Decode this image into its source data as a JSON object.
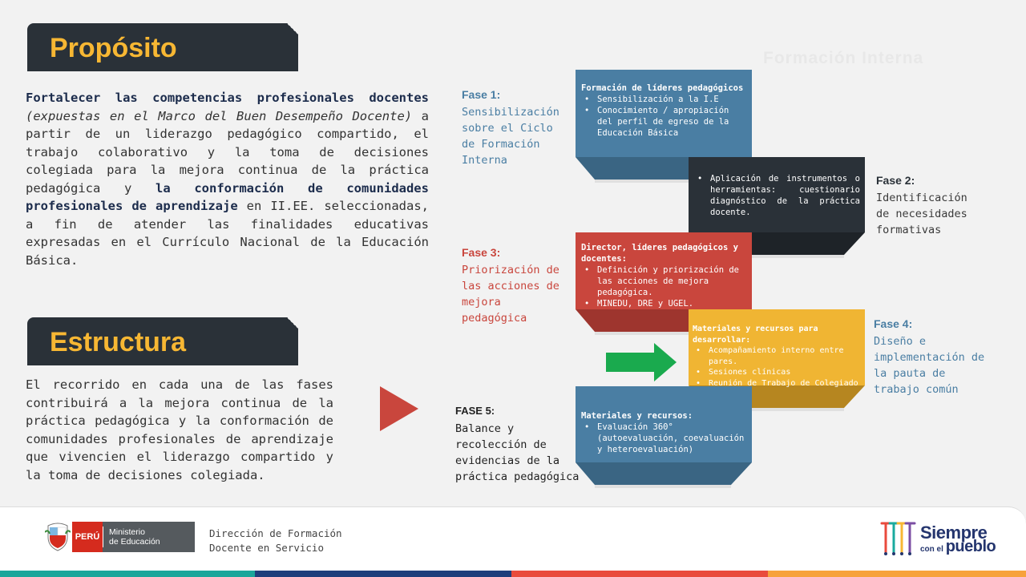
{
  "proposito": {
    "title": "Propósito",
    "t1": "Fortalecer las competencias profesionales docentes",
    "t2": " (expuestas en el Marco del Buen Desempeño Docente)",
    "t3": " a partir de un liderazgo pedagógico compartido, el trabajo colaborativo y la toma de decisiones colegiada para la mejora continua de la práctica pedagógica y ",
    "t4": "la conformación de comunidades profesionales de aprendizaje",
    "t5": " en II.EE. seleccionadas, a fin de atender las finalidades educativas expresadas en el Currículo Nacional de la Educación Básica."
  },
  "estructura": {
    "title": "Estructura",
    "text": "El recorrido en cada una de las fases contribuirá a la mejora continua de la práctica pedagógica y la conformación de comunidades profesionales de aprendizaje que vivencien el liderazgo compartido y la toma de decisiones colegiada."
  },
  "ghost": "Formación Interna",
  "phases": {
    "f1": {
      "label": "Fase 1:",
      "name": "Sensibilización sobre el Ciclo de Formación Interna",
      "box_title": "Formación de líderes pedagógicos",
      "items": [
        "Sensibilización a la I.E",
        "Conocimiento / apropiación del perfil de egreso de la Educación Básica"
      ]
    },
    "f2": {
      "label": "Fase 2:",
      "name": "Identificación de necesidades formativas",
      "items": [
        "Aplicación de instrumentos o herramientas: cuestionario diagnóstico de la práctica docente."
      ]
    },
    "f3": {
      "label": "Fase 3:",
      "name": "Priorización de las acciones de mejora pedagógica",
      "box_title": "Director, líderes pedagógicos y docentes:",
      "items": [
        "Definición y priorización de las acciones de mejora pedagógica.",
        "MINEDU, DRE y UGEL."
      ]
    },
    "f4": {
      "label": "Fase 4:",
      "name": "Diseño e implementación de la pauta de trabajo común",
      "box_title": "Materiales y recursos para desarrollar:",
      "items": [
        "Acompañamiento interno entre pares.",
        "Sesiones clínicas",
        "Reunión de Trabajo de Colegiado"
      ]
    },
    "f5": {
      "label": "FASE 5:",
      "name": "Balance y recolección de evidencias de la práctica pedagógica",
      "box_title": "Materiales y recursos:",
      "items": [
        "Evaluación 360° (autoevaluación, coevaluación y heteroevaluación)"
      ]
    }
  },
  "footer": {
    "peru": "PERÚ",
    "ministerio_1": "Ministerio",
    "ministerio_2": "de Educación",
    "dir_1": "Dirección de Formación",
    "dir_2": "Docente en Servicio",
    "slogan_1": "Siempre",
    "slogan_2a": "con el ",
    "slogan_2b": "pueblo"
  },
  "colors": {
    "banner": "#2a3138",
    "accent": "#f7b733",
    "fase1": "#4a7ea3",
    "fase2": "#2a3138",
    "fase3": "#c9463d",
    "fase4": "#f0b533",
    "fase5": "#4a7ea3",
    "arrow": "#1aaa4e"
  }
}
